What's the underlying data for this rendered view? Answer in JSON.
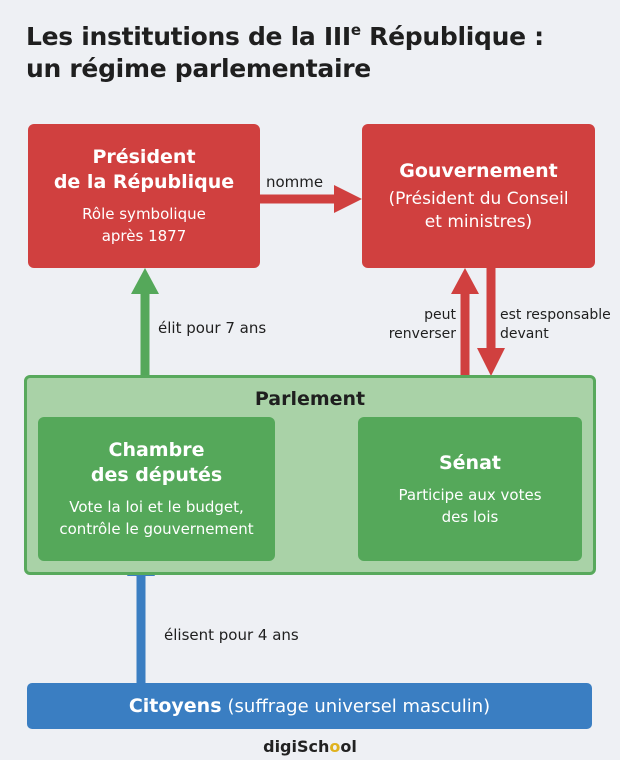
{
  "title": {
    "line1_before": "Les institutions de la III",
    "line1_sup": "e",
    "line1_after": " République :",
    "line2": "un régime parlementaire"
  },
  "president": {
    "title_line1": "Président",
    "title_line2": "de la République",
    "desc_line1": "Rôle symbolique",
    "desc_line2": "après 1877"
  },
  "gouvernement": {
    "title": "Gouvernement",
    "desc_line1": "(Président du Conseil",
    "desc_line2": "et ministres)"
  },
  "parlement": {
    "title": "Parlement"
  },
  "chambre": {
    "title_line1": "Chambre",
    "title_line2": "des députés",
    "desc_line1": "Vote la loi et le budget,",
    "desc_line2": "contrôle le gouvernement"
  },
  "senat": {
    "title": "Sénat",
    "desc_line1": "Participe aux votes",
    "desc_line2": "des lois"
  },
  "citoyens": {
    "bold": "Citoyens",
    "rest": "(suffrage universel masculin)"
  },
  "relations": {
    "nomme": "nomme",
    "elit": "élit pour 7 ans",
    "peut_renverser_line1": "peut",
    "peut_renverser_line2": "renverser",
    "responsable_line1": "est responsable",
    "responsable_line2": "devant",
    "elisent": "élisent pour 4 ans"
  },
  "logo": {
    "part1": "digiSch",
    "part2": "o",
    "part3": "ol"
  },
  "colors": {
    "red": "#d0403f",
    "green": "#55a85a",
    "light_green": "#a9d2a7",
    "blue": "#3a7ec2"
  }
}
